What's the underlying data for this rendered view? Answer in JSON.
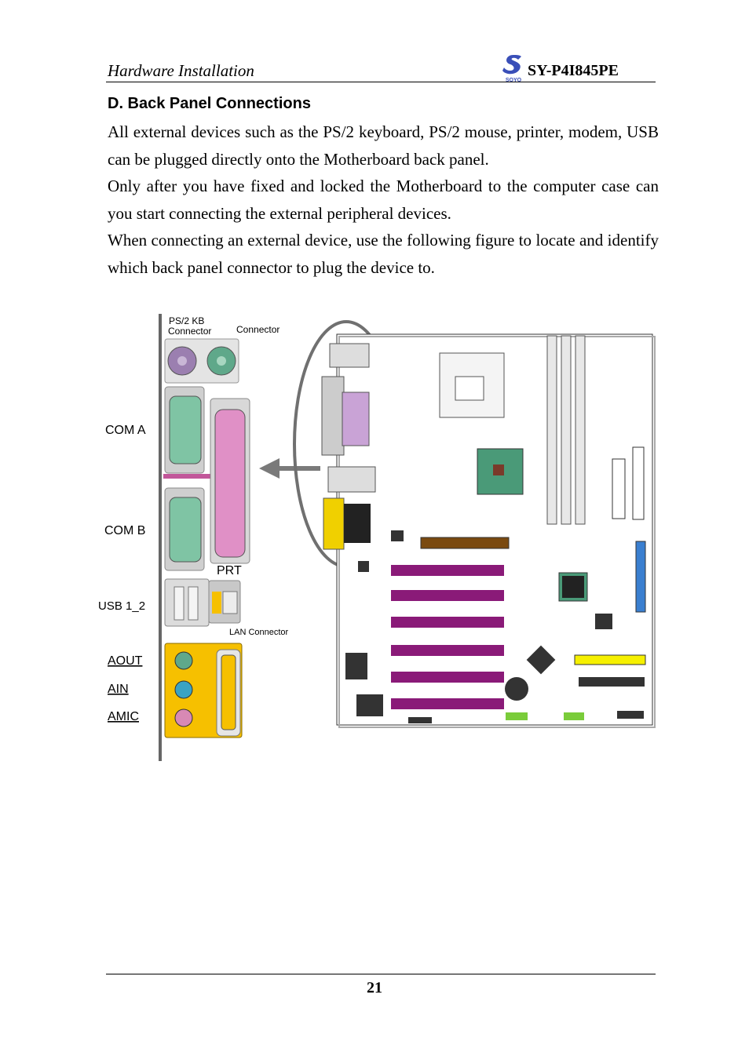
{
  "header": {
    "section": "Hardware Installation",
    "model": "SY-P4I845PE",
    "logo_text": "SOYO"
  },
  "title": "D. Back Panel Connections",
  "paragraphs": [
    "All external devices such as the PS/2 keyboard, PS/2 mouse, printer, modem, USB can be plugged directly onto the Motherboard back panel.",
    "Only after you have fixed and locked the Motherboard to the computer case can you start connecting the external peripheral devices.",
    "When connecting an external device, use the following figure to locate and identify which back panel connector to plug the device to."
  ],
  "figure": {
    "labels": {
      "ps2_kb": "PS/2 KB",
      "ps2_kb_connector": "Connector",
      "connector": "Connector",
      "com_a": "COM A",
      "com_b": "COM B",
      "prt": "PRT",
      "usb": "USB 1_2",
      "lan": "LAN Connector",
      "aout": "AOUT",
      "ain": "AIN",
      "amic": "AMIC"
    },
    "colors": {
      "ps2_keyboard": "#9b7fb0",
      "ps2_mouse": "#5fa88a",
      "com_port": "#7fc4a4",
      "parallel_port": "#e090c6",
      "audio_panel": "#f6c000",
      "pci_slot": "#8a1a78",
      "agp_slot": "#7a4a10",
      "ide_blue": "#3a7fd0",
      "highlight_ring": "#707070"
    }
  },
  "footer": {
    "page_number": "21"
  }
}
